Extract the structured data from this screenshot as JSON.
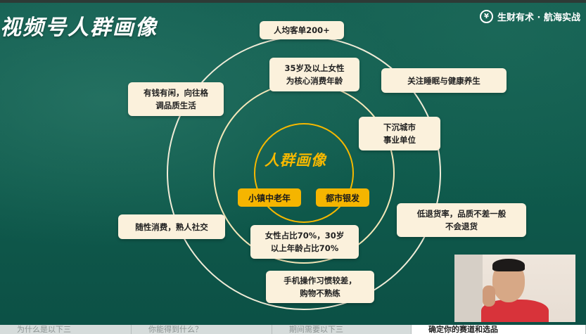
{
  "title": "视频号人群画像",
  "brand": {
    "logo_glyph": "¥",
    "text": "生财有术 · 航海实战"
  },
  "center": {
    "title": "人群画像",
    "tags": [
      "小镇中老年",
      "都市银发"
    ]
  },
  "boxes": {
    "top_outer": "人均客单200+",
    "top_mid_line1": "35岁及以上女性",
    "top_mid_line2": "为核心消费年龄",
    "sleep": "关注睡眠与健康养生",
    "rich_line1": "有钱有闲，向往格",
    "rich_line2": "调品质生活",
    "sink_line1": "下沉城市",
    "sink_line2": "事业单位",
    "return_line1": "低退货率，品质不差一般",
    "return_line2": "不会退货",
    "casual": "随性消费，熟人社交",
    "female_line1": "女性占比70%，30岁",
    "female_line2": "以上年龄占比70%",
    "phone_line1": "手机操作习惯较差，",
    "phone_line2": "购物不熟练"
  },
  "bottom_tabs": [
    "为什么是以下三",
    "你能得到什么？",
    "期间需要以下三",
    "确定你的赛道和选品"
  ],
  "colors": {
    "accent": "#f5b500",
    "card": "#fbf1dc",
    "ring": "#f0ecd8",
    "inner_ring": "#f5b800"
  }
}
